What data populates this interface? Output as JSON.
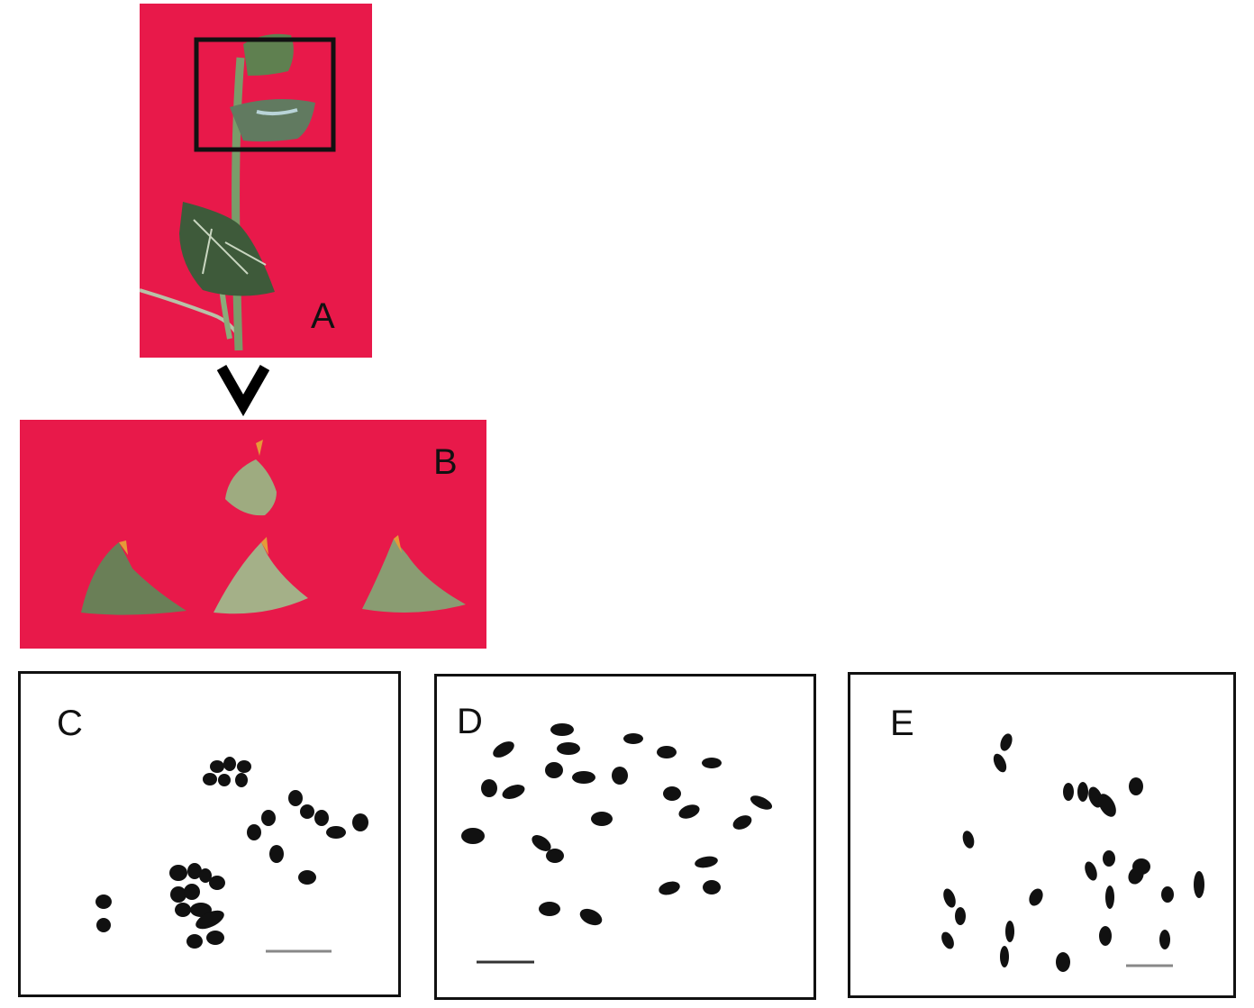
{
  "panels": {
    "a": {
      "label": "A"
    },
    "b": {
      "label": "B"
    },
    "c": {
      "label": "C"
    },
    "d": {
      "label": "D"
    },
    "e": {
      "label": "E"
    }
  },
  "colors": {
    "photo_background": "#e8194a",
    "leaf": "#4f6b45",
    "stem": "#7a9c6a",
    "chromosome": "#111111",
    "scale_bar": "#888888"
  },
  "icons": {
    "arrow": "down-arrow-icon"
  }
}
